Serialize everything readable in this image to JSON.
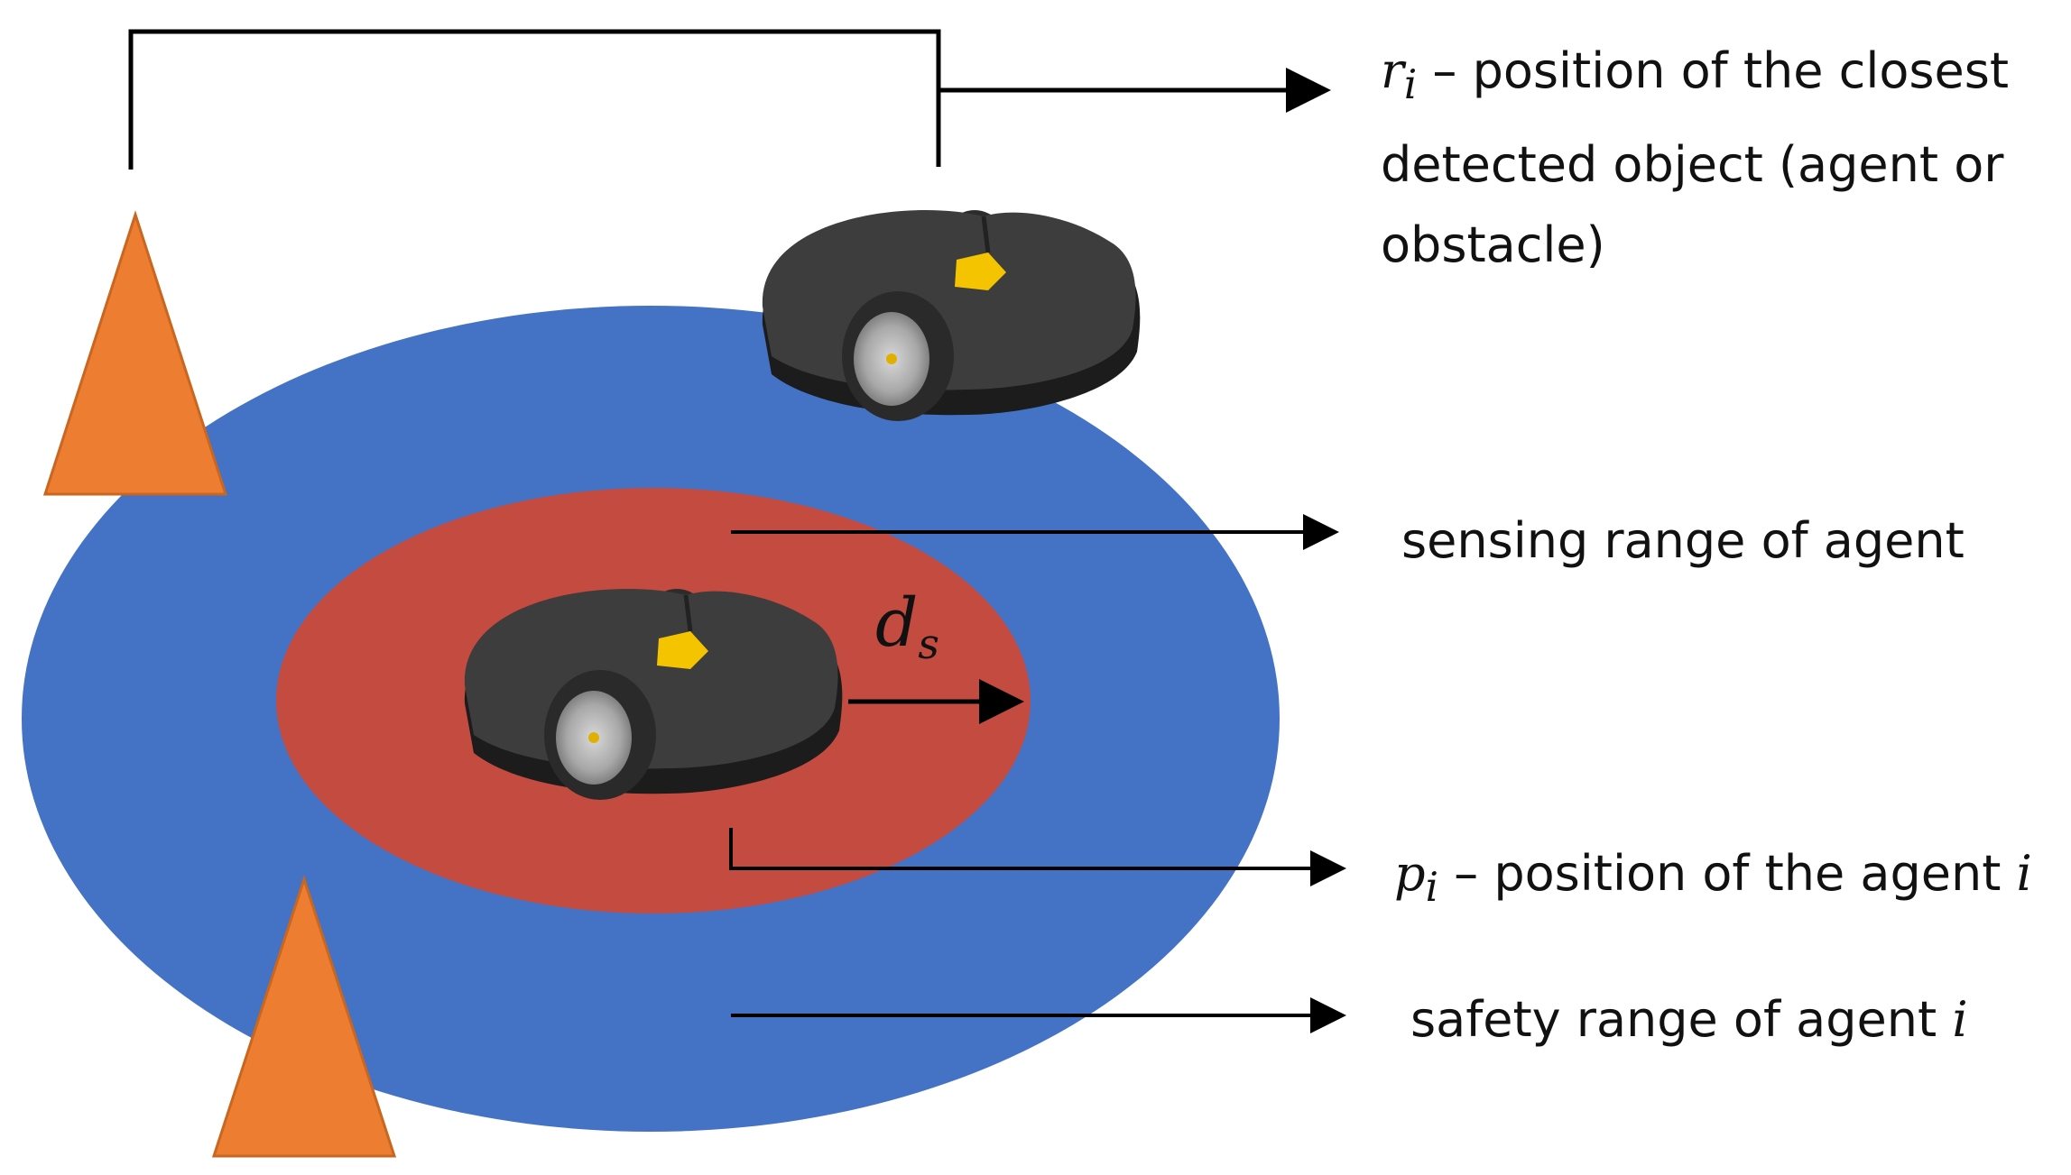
{
  "labels": {
    "r_symbol": "r",
    "r_subscript": "i",
    "r_text_line1": "– position of the closest",
    "r_text_line2": "detected object (agent or",
    "r_text_line3": "obstacle)",
    "sensing": "sensing range of agent",
    "p_symbol": "p",
    "p_subscript": "i",
    "p_text": "– position of the agent ",
    "p_agent": "i",
    "safety_text": "safety range of agent ",
    "safety_agent": "i",
    "ds_symbol": "d",
    "ds_subscript": "s"
  },
  "colors": {
    "safety_range": "#4472C4",
    "sensing_range": "#C44B40",
    "obstacle": "#ED7D31",
    "robot_body": "#3a3a3a",
    "robot_sensor": "#F5C400"
  },
  "icons": {
    "obstacle": "orange-cone-icon",
    "agent": "two-wheeled-robot-icon"
  }
}
